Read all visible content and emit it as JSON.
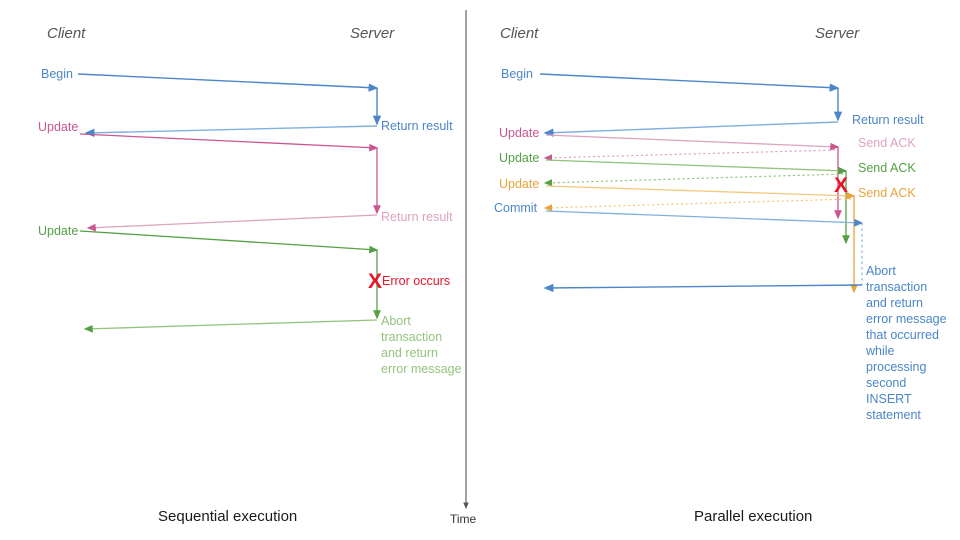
{
  "colors": {
    "blue": "#4a86c8",
    "blue_light": "#8ab4e0",
    "pink": "#c9568f",
    "pink_light": "#dda3c0",
    "green": "#55a044",
    "green_light": "#93c47d",
    "orange": "#e8a33d",
    "orange_light": "#f5c77e",
    "red": "#e8152a",
    "axis": "#555555",
    "text": "#1a1a1a"
  },
  "time_axis": {
    "label": "Time"
  },
  "panels": [
    {
      "id": "sequential",
      "footer": "Sequential execution",
      "lanes": {
        "client": "Client",
        "server": "Server"
      },
      "client_labels": [
        {
          "text": "Begin",
          "color": "blue"
        },
        {
          "text": "Update",
          "color": "pink"
        },
        {
          "text": "Update",
          "color": "green"
        }
      ],
      "server_labels": [
        {
          "text": "Return result",
          "color": "blue"
        },
        {
          "text": "Return result",
          "color": "pink"
        },
        {
          "text": "Error occurs",
          "color": "red"
        }
      ],
      "error_marker": "X",
      "abort_note": [
        "Abort",
        "transaction",
        "and return",
        "error message"
      ],
      "abort_color": "green"
    },
    {
      "id": "parallel",
      "footer": "Parallel execution",
      "lanes": {
        "client": "Client",
        "server": "Server"
      },
      "client_labels": [
        {
          "text": "Begin",
          "color": "blue"
        },
        {
          "text": "Update",
          "color": "pink"
        },
        {
          "text": "Update",
          "color": "green"
        },
        {
          "text": "Update",
          "color": "orange"
        },
        {
          "text": "Commit",
          "color": "blue"
        }
      ],
      "server_labels": [
        {
          "text": "Return result",
          "color": "blue"
        },
        {
          "text": "Send ACK",
          "color": "pink"
        },
        {
          "text": "Send ACK",
          "color": "green"
        },
        {
          "text": "Send ACK",
          "color": "orange"
        }
      ],
      "error_marker": "X",
      "abort_note": [
        "Abort",
        "transaction",
        "and return",
        "error message",
        "that occurred",
        "while",
        "processing",
        "second",
        "INSERT",
        "statement"
      ],
      "abort_color": "blue"
    }
  ]
}
